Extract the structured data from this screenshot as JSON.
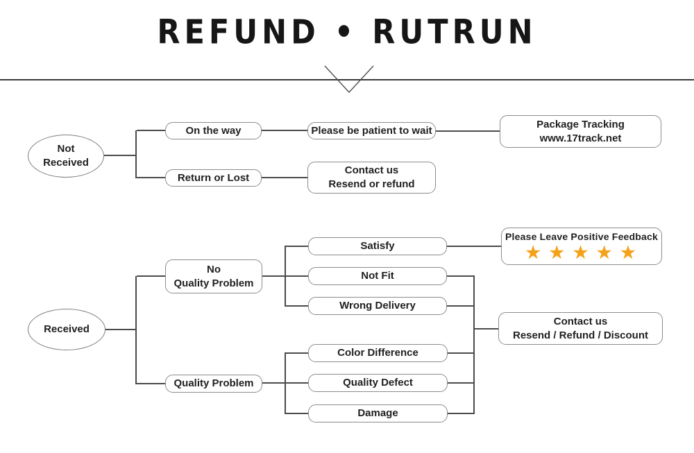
{
  "title": "REFUND • RUTRUN",
  "colors": {
    "star": "#F5A21B",
    "line": "#4a4a4a",
    "box_border": "#8b8b8b",
    "text": "#1f1f1f"
  },
  "diagram": {
    "not_received_branch": {
      "root": "Not\nReceived",
      "on_the_way": "On the way",
      "be_patient": "Please be patient to wait",
      "package_tracking": "Package Tracking\nwww.17track.net",
      "return_or_lost": "Return or Lost",
      "contact_us": "Contact us\nResend or refund"
    },
    "received_branch": {
      "root": "Received",
      "no_quality_problem": "No\nQuality Problem",
      "satisfy": "Satisfy",
      "positive_feedback": "Please Leave Positive Feedback",
      "stars": "★ ★ ★ ★ ★",
      "not_fit": "Not Fit",
      "wrong_delivery": "Wrong Delivery",
      "quality_problem": "Quality Problem",
      "color_difference": "Color Difference",
      "quality_defect": "Quality Defect",
      "damage": "Damage",
      "contact_us": "Contact us\nResend / Refund / Discount"
    }
  }
}
